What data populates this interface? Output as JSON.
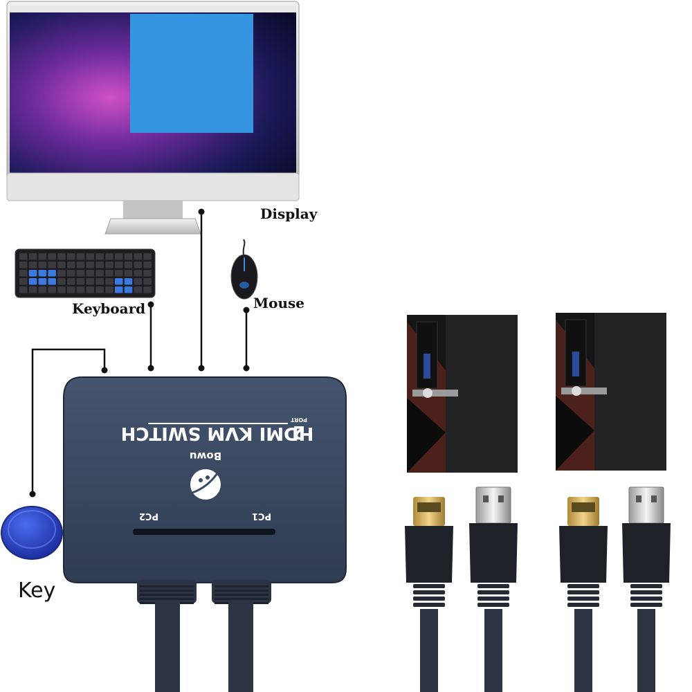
{
  "labels": {
    "display": "Display",
    "keyboard": "Keyboard",
    "mouse": "Mouse",
    "key": "Key"
  },
  "switch": {
    "title": "HDMI KVM SWITCH",
    "port_count": "2",
    "port_word": "PORT",
    "brand": "Bowu",
    "pc1": "PC1",
    "pc2": "PC2"
  },
  "colors": {
    "switch_body": "#3b4a63",
    "cable": "#2c3444",
    "tower": "#151515",
    "tower_accent": "#7a2a20",
    "line": "#111111"
  },
  "computers": [
    "desktop-tower-1",
    "desktop-tower-2"
  ],
  "cables": [
    "hdmi-connector",
    "usb-connector",
    "hdmi-connector",
    "usb-connector"
  ]
}
